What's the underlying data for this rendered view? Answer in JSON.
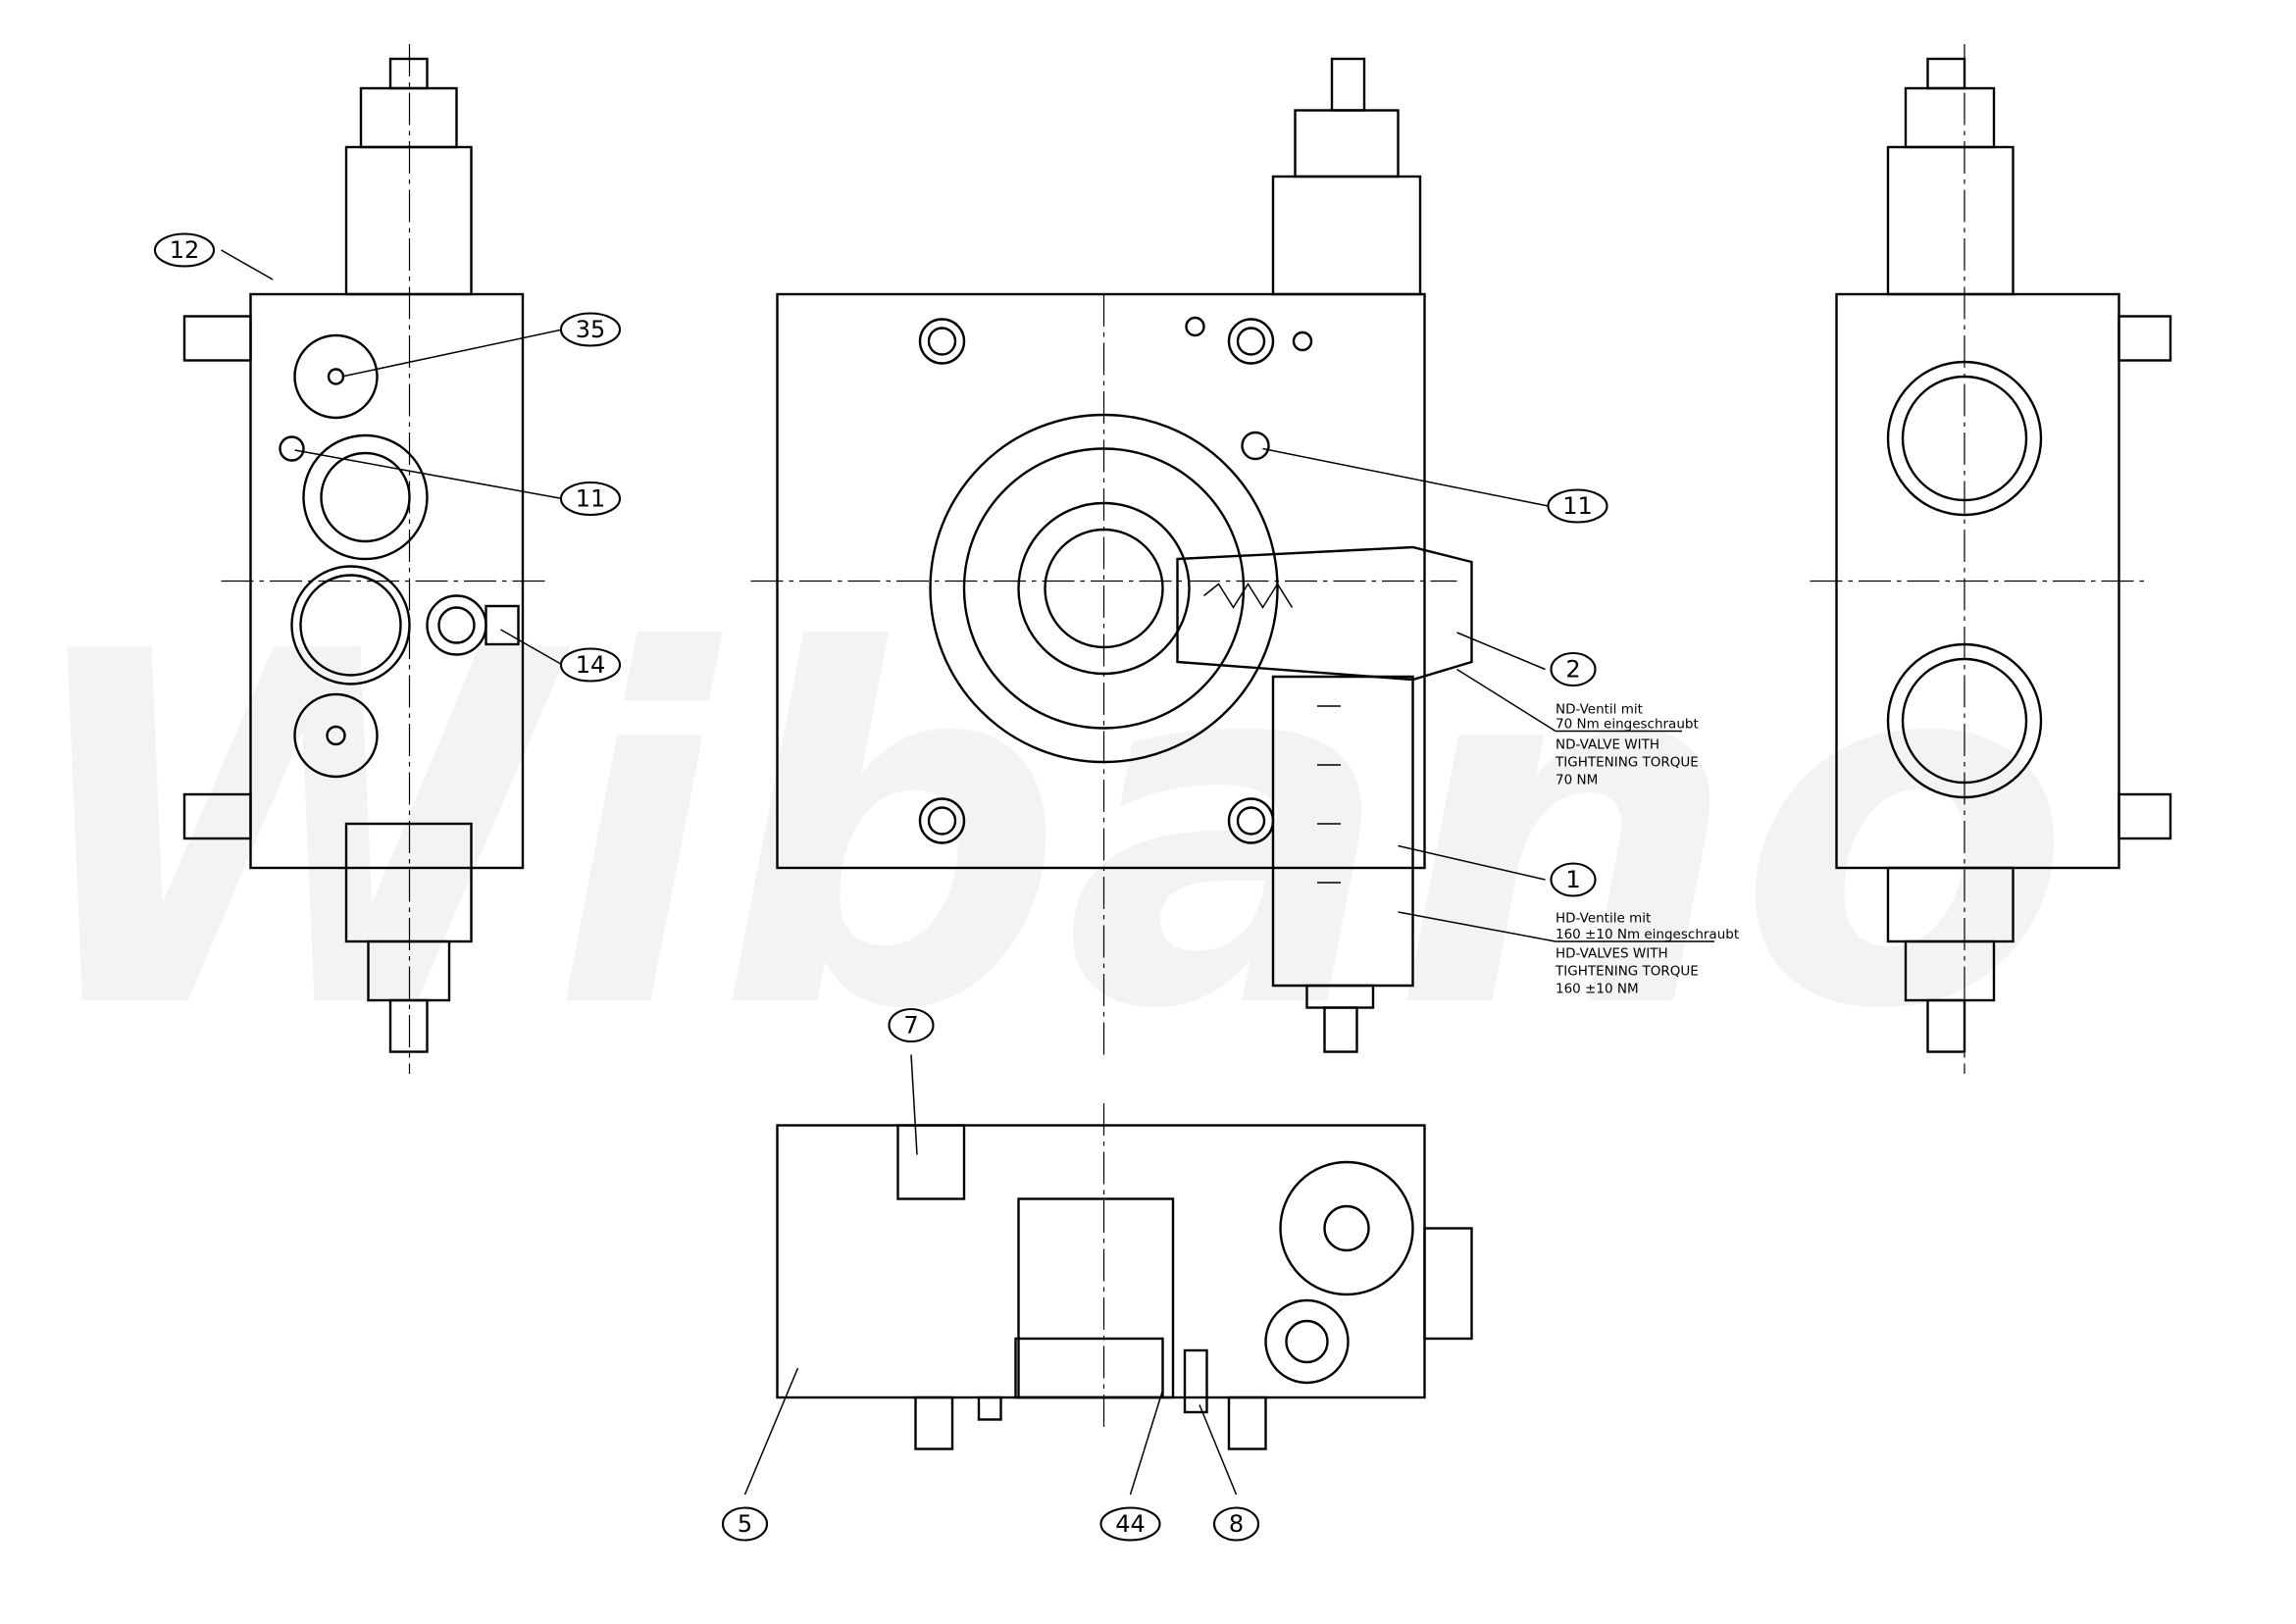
{
  "watermark": "Wibano",
  "balloons": {
    "b12": "12",
    "b35": "35",
    "b11_left": "11",
    "b14": "14",
    "b11_center": "11",
    "b2": "2",
    "b1": "1",
    "b7": "7",
    "b5": "5",
    "b44": "44",
    "b8": "8"
  },
  "notes": {
    "nd": [
      "ND-Ventil mit",
      "70 Nm eingeschraubt",
      "ND-VALVE WITH",
      "TIGHTENING TORQUE",
      "70 NM"
    ],
    "hd": [
      "HD-Ventile mit",
      "160 ±10 Nm eingeschraubt",
      "HD-VALVES WITH",
      "TIGHTENING TORQUE",
      "160 ±10 NM"
    ]
  }
}
